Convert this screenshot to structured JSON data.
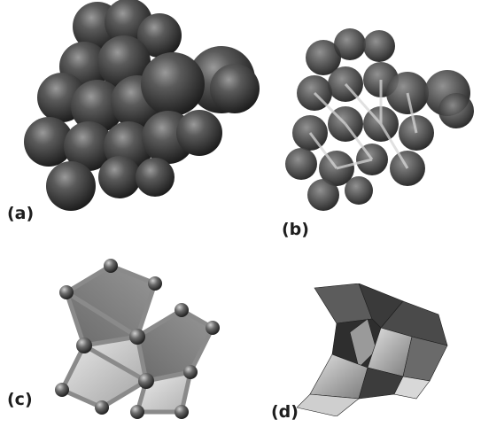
{
  "figure": {
    "panels": [
      {
        "id": "a",
        "label": "(a)",
        "style": "space-filling spheres"
      },
      {
        "id": "b",
        "label": "(b)",
        "style": "translucent spheres with bonds"
      },
      {
        "id": "c",
        "label": "(c)",
        "style": "ball-and-stick"
      },
      {
        "id": "d",
        "label": "(d)",
        "style": "polyhedral faces"
      }
    ],
    "colors": {
      "sphere_dark": "#2c2c2c",
      "sphere_mid": "#5a5a5a",
      "sphere_light": "#b8b8b8",
      "face_light": "#d2d2d2",
      "face_dark": "#3a3a3a",
      "label": "#1e1e1e"
    }
  }
}
